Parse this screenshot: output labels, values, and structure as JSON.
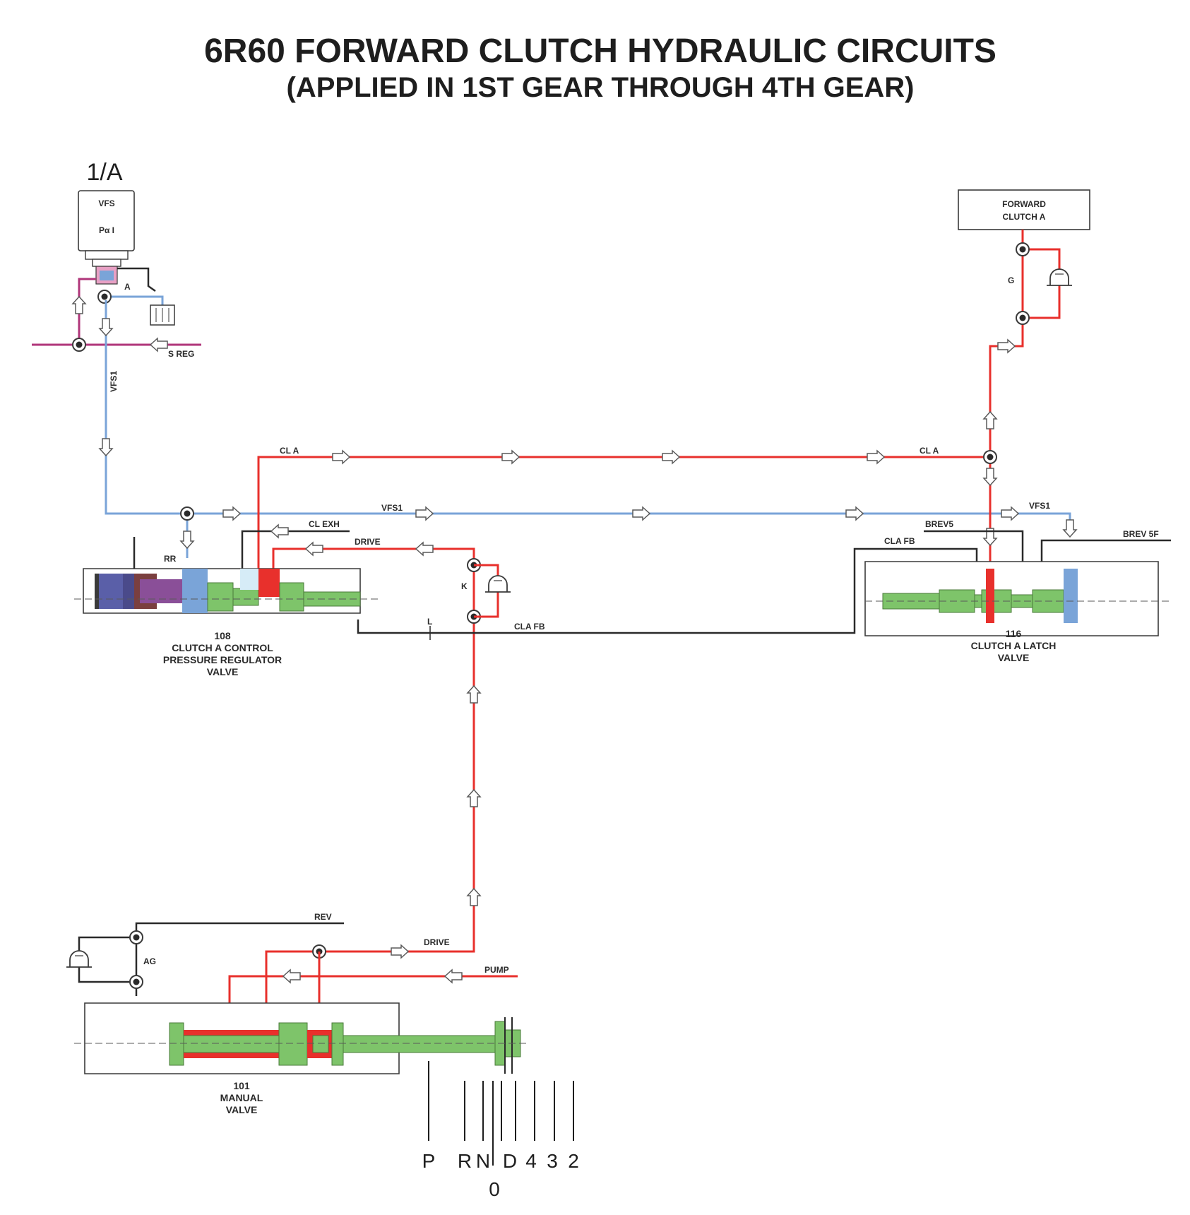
{
  "title": "6R60 FORWARD CLUTCH HYDRAULIC CIRCUITS",
  "subtitle": "(APPLIED IN 1ST GEAR THROUGH 4TH GEAR)",
  "solenoid": {
    "id": "1/A",
    "line1": "VFS",
    "line2": "Pα I",
    "ball_label": "A"
  },
  "circuits": {
    "s_reg": "S REG",
    "vfs1_vertical": "VFS1",
    "cl_a_left": "CL A",
    "cl_a_right": "CL A",
    "vfs1_mid": "VFS1",
    "vfs1_right": "VFS1",
    "cl_exh": "CL EXH",
    "drive_top": "DRIVE",
    "cla_fb_bottom": "CLA FB",
    "cla_fb_right": "CLA FB",
    "brev5": "BREV5",
    "brev_5f": "BREV 5F",
    "rev": "REV",
    "drive_bottom": "DRIVE",
    "pump": "PUMP"
  },
  "check_balls": {
    "rr": "RR",
    "k": "K",
    "l": "L",
    "g": "G",
    "ag": "AG"
  },
  "forward_clutch": {
    "line1": "FORWARD",
    "line2": "CLUTCH A"
  },
  "valves": {
    "v108": {
      "number": "108",
      "line1": "CLUTCH A CONTROL",
      "line2": "PRESSURE REGULATOR",
      "line3": "VALVE"
    },
    "v116": {
      "number": "116",
      "line1": "CLUTCH A LATCH",
      "line2": "VALVE"
    },
    "v101": {
      "number": "101",
      "line1": "MANUAL",
      "line2": "VALVE"
    }
  },
  "gear_selector": {
    "positions": [
      "P",
      "R",
      "N",
      "D",
      "4",
      "3",
      "2"
    ],
    "sub_label": "0"
  },
  "colors": {
    "clutch_pressure": "#e8302c",
    "vfs_signal": "#7aa4d8",
    "exhaust_feedback": "#2a2a2a",
    "solenoid_regulator": "#b0367a",
    "spool": "#7ec46a"
  }
}
